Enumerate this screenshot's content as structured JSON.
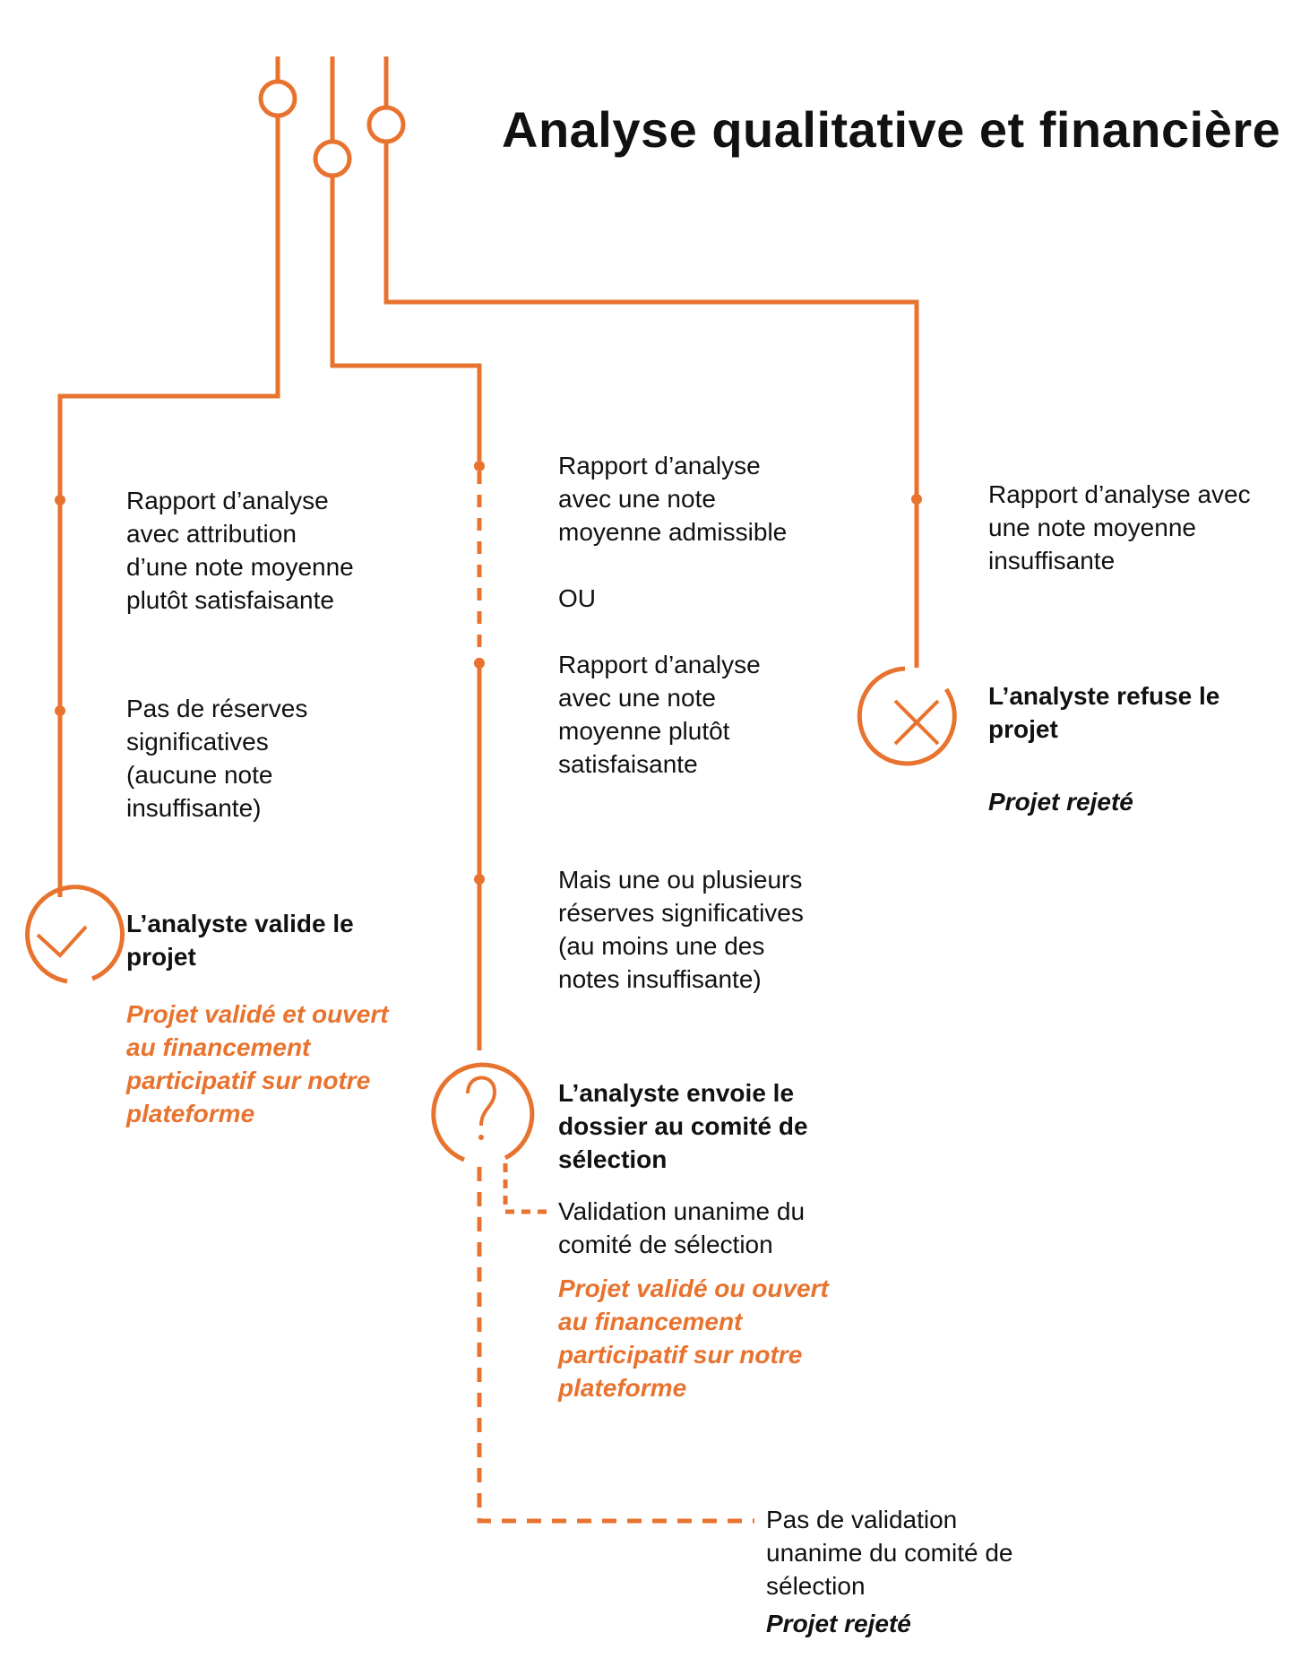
{
  "title": "Analyse qualitative et financière",
  "colors": {
    "accent": "#e8732f",
    "text": "#111111"
  },
  "branches": {
    "left": {
      "steps": [
        "Rapport d’analyse\navec attribution\nd’une note moyenne\nplutôt satisfaisante",
        "Pas de réserves\nsignificatives\n(aucune note\ninsuffisante)"
      ],
      "icon": "checkmark-icon",
      "decision": "L’analyste valide le\nprojet",
      "outcome": "Projet validé et ouvert\nau financement\nparticipatif sur notre\nplateforme"
    },
    "middle": {
      "step_1": "Rapport d’analyse\navec une note\nmoyenne admissible",
      "or_label": "OU",
      "step_2": "Rapport d’analyse\navec une note\nmoyenne plutôt\nsatisfaisante",
      "step_3": "Mais une ou plusieurs\nréserves significatives\n(au moins une des\nnotes insuffisante)",
      "icon": "question-mark-icon",
      "decision": "L’analyste envoie le\ndossier au comité de\nsélection",
      "sub_validated": {
        "label": "Validation unanime du\ncomité de sélection",
        "outcome": "Projet validé ou ouvert\nau financement\nparticipatif sur notre\nplateforme"
      },
      "sub_rejected": {
        "label": "Pas de validation\nunanime du comité de\nsélection",
        "outcome": "Projet rejeté"
      }
    },
    "right": {
      "step": "Rapport d’analyse avec\nune note moyenne\ninsuffisante",
      "icon": "cross-icon",
      "decision": "L’analyste refuse le\nprojet",
      "outcome": "Projet rejeté"
    }
  }
}
